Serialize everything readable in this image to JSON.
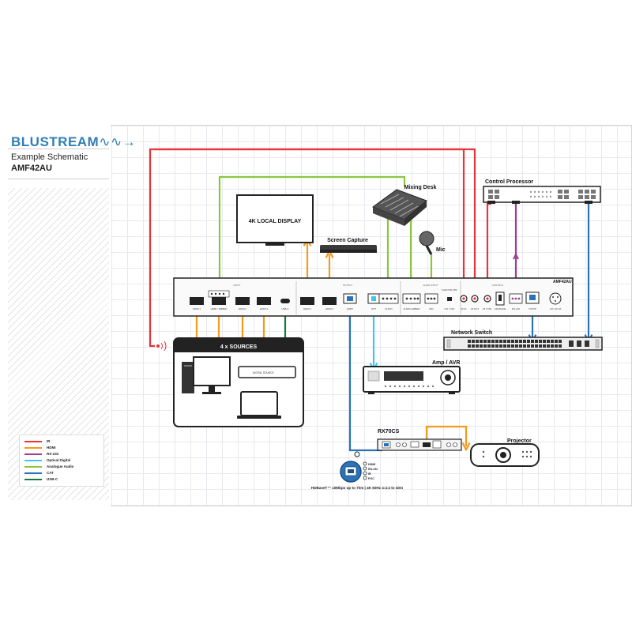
{
  "header": {
    "brand": "BLUSTREAM",
    "title": "Example Schematic",
    "model": "AMF42AU"
  },
  "legend": [
    {
      "label": "IR",
      "color": "#e8343a"
    },
    {
      "label": "HDMI",
      "color": "#f39a1f"
    },
    {
      "label": "RS-232",
      "color": "#a23c8f"
    },
    {
      "label": "Optical Digital",
      "color": "#3fc6ef"
    },
    {
      "label": "Analogue Audio",
      "color": "#8cc63f"
    },
    {
      "label": "CAT",
      "color": "#2b73b9"
    },
    {
      "label": "USB-C",
      "color": "#1a7a3c"
    }
  ],
  "labels": {
    "local_display": "4K LOCAL DISPLAY",
    "screen_capture": "Screen Capture",
    "mixing_desk": "Mixing Desk",
    "mic": "Mic",
    "control_processor": "Control Processor",
    "network_switch": "Network Switch",
    "sources": "4 x SOURCES",
    "amp": "Amp / AVR",
    "rx": "RX70CS",
    "projector": "Projector",
    "matrix_model": "AMF42AU",
    "hdbaset_note": "HDBaseT™ 10Mbps up to 70m | 4K 60Hz 4:4:4 to 40m",
    "player_text": "DIGITAL SOURCE"
  },
  "panel_labels": {
    "input_section": "INPUT",
    "output_section": "OUTPUT",
    "audio_section": "AUDIO INPUT",
    "control_section": "CONTROL",
    "hdmi1": "HDMI 1",
    "hdmi_embed": "HDMI / EMBED",
    "hdmi2": "HDMI 2",
    "hdmi3": "HDMI 3",
    "usbc": "USB-C",
    "out_hdmi1": "HDMI 1",
    "out_hdmi2": "HDMI 2",
    "hdbt": "HDBT",
    "opt": "OPT",
    "audio": "AUDIO",
    "audio_embed": "AUDIO EMBED",
    "mic_in": "MIC",
    "phantom": "PHANTOM (48V)",
    "on_off": "ON / OFF",
    "ir_in": "IR IN",
    "ir_out": "IR OUT",
    "ir_ctrl": "IR CTRL",
    "upgrade": "UPGRADE",
    "rs232": "RS-232",
    "tcpip": "TCP/IP",
    "power": "+5V DC 5A"
  },
  "hdbt_legend": [
    "HDMI",
    "RS-232",
    "IR",
    "POC"
  ]
}
